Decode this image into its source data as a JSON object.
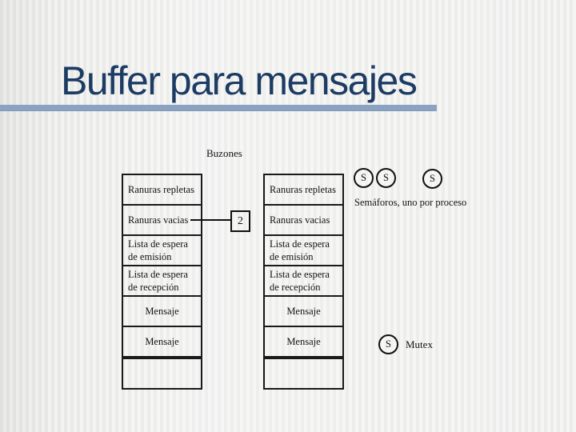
{
  "slide": {
    "title": "Buffer para mensajes",
    "title_color": "#1d3c64",
    "rule_color": "#8ba3c0",
    "stroke_color": "#1a1a1a"
  },
  "diagram": {
    "buzones_label": "Buzones",
    "tables": [
      {
        "rows": [
          [
            "Ranuras repletas"
          ],
          [
            "Ranuras vacias"
          ],
          [
            "Lista de espera",
            "de emisión"
          ],
          [
            "Lista de espera",
            "de recepción"
          ],
          [
            "Mensaje"
          ],
          [
            "Mensaje"
          ],
          []
        ]
      },
      {
        "rows": [
          [
            "Ranuras repletas"
          ],
          [
            "Ranuras vacias"
          ],
          [
            "Lista de espera",
            "de emisión"
          ],
          [
            "Lista de espera",
            "de recepción"
          ],
          [
            "Mensaje"
          ],
          [
            "Mensaje"
          ],
          []
        ]
      }
    ],
    "counter_box": {
      "value": "2"
    },
    "semaphores": {
      "symbol": "S",
      "label": "Semáforos, uno por proceso"
    },
    "mutex": {
      "symbol": "S",
      "label": "Mutex"
    }
  }
}
